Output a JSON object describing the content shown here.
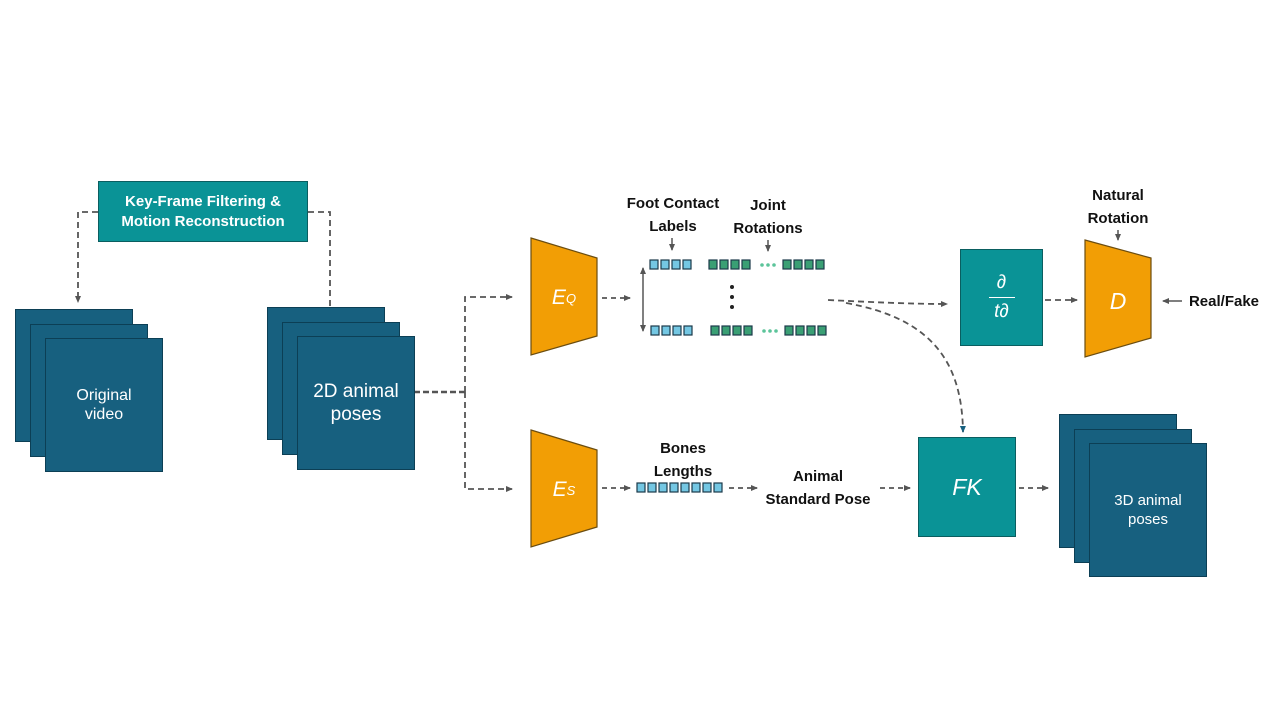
{
  "keyframe_box": {
    "text": "Key-Frame Filtering &\nMotion Reconstruction"
  },
  "original_video": {
    "label": "Original\nvideo"
  },
  "poses_2d": {
    "label": "2D animal\nposes"
  },
  "poses_3d": {
    "label": "3D animal\nposes"
  },
  "encoder_q": {
    "letter": "E",
    "sub": "Q"
  },
  "encoder_s": {
    "letter": "E",
    "sub": "S"
  },
  "discriminator": {
    "label": "D"
  },
  "fk": {
    "label": "FK"
  },
  "derivative": {
    "numerator": "∂",
    "denominator": "t∂"
  },
  "labels": {
    "foot_contact": "Foot Contact\nLabels",
    "joint_rotations": "Joint\nRotations",
    "natural_rotation": "Natural\nRotation",
    "real_fake": "Real/Fake",
    "bones_lengths": "Bones\nLengths",
    "animal_standard_pose": "Animal\nStandard Pose"
  },
  "colors": {
    "teal": "#0a9396",
    "navy": "#17607f",
    "orange": "#f29e05",
    "token_light": "#74c7e3",
    "token_green": "#3a9f74",
    "arrow": "#555555"
  }
}
